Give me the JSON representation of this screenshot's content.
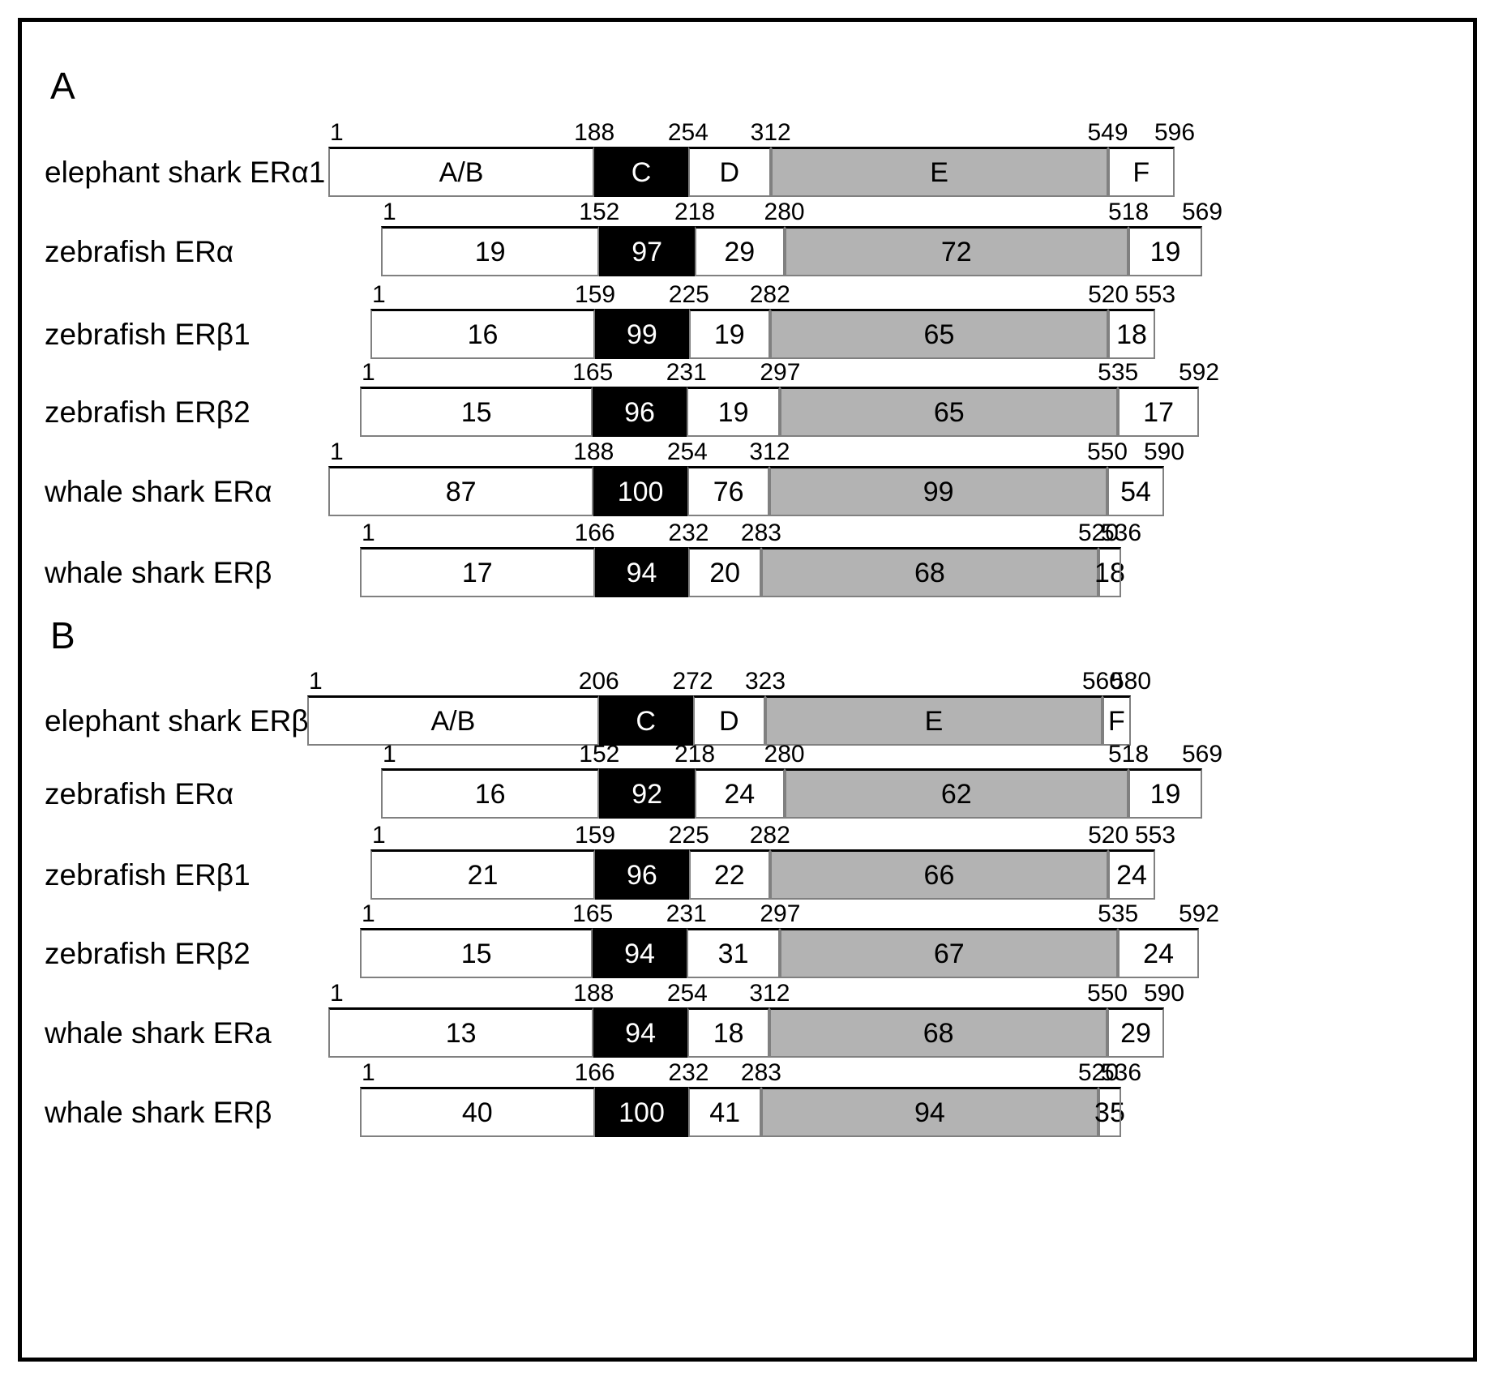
{
  "figure": {
    "panels": [
      {
        "letter": "A",
        "rows": [
          {
            "label": "elephant shark ERα1",
            "ticks": [
              "1",
              "188",
              "254",
              "312",
              "549",
              "596"
            ],
            "segments": [
              {
                "label": "A/B",
                "fill": "white"
              },
              {
                "label": "C",
                "fill": "black"
              },
              {
                "label": "D",
                "fill": "white"
              },
              {
                "label": "E",
                "fill": "gray"
              },
              {
                "label": "F",
                "fill": "white"
              }
            ]
          },
          {
            "label": "zebrafish ERα",
            "ticks": [
              "1",
              "152",
              "218",
              "280",
              "518",
              "569"
            ],
            "segments": [
              {
                "label": "19",
                "fill": "white"
              },
              {
                "label": "97",
                "fill": "black"
              },
              {
                "label": "29",
                "fill": "white"
              },
              {
                "label": "72",
                "fill": "gray"
              },
              {
                "label": "19",
                "fill": "white"
              }
            ]
          },
          {
            "label": "zebrafish ERβ1",
            "ticks": [
              "1",
              "159",
              "225",
              "282",
              "520",
              "553"
            ],
            "segments": [
              {
                "label": "16",
                "fill": "white"
              },
              {
                "label": "99",
                "fill": "black"
              },
              {
                "label": "19",
                "fill": "white"
              },
              {
                "label": "65",
                "fill": "gray"
              },
              {
                "label": "18",
                "fill": "white"
              }
            ]
          },
          {
            "label": "zebrafish ERβ2",
            "ticks": [
              "1",
              "165",
              "231",
              "297",
              "535",
              "592"
            ],
            "segments": [
              {
                "label": "15",
                "fill": "white"
              },
              {
                "label": "96",
                "fill": "black"
              },
              {
                "label": "19",
                "fill": "white"
              },
              {
                "label": "65",
                "fill": "gray"
              },
              {
                "label": "17",
                "fill": "white"
              }
            ]
          },
          {
            "label": "whale shark ERα",
            "ticks": [
              "1",
              "188",
              "254",
              "312",
              "550",
              "590"
            ],
            "segments": [
              {
                "label": "87",
                "fill": "white"
              },
              {
                "label": "100",
                "fill": "black"
              },
              {
                "label": "76",
                "fill": "white"
              },
              {
                "label": "99",
                "fill": "gray"
              },
              {
                "label": "54",
                "fill": "white"
              }
            ]
          },
          {
            "label": "whale shark ERβ",
            "ticks": [
              "1",
              "166",
              "232",
              "283",
              "520",
              "536"
            ],
            "segments": [
              {
                "label": "17",
                "fill": "white"
              },
              {
                "label": "94",
                "fill": "black"
              },
              {
                "label": "20",
                "fill": "white"
              },
              {
                "label": "68",
                "fill": "gray"
              },
              {
                "label": "18",
                "fill": "white"
              }
            ]
          }
        ]
      },
      {
        "letter": "B",
        "rows": [
          {
            "label": "elephant shark ERβ",
            "ticks": [
              "1",
              "206",
              "272",
              "323",
              "560",
              "580"
            ],
            "segments": [
              {
                "label": "A/B",
                "fill": "white"
              },
              {
                "label": "C",
                "fill": "black"
              },
              {
                "label": "D",
                "fill": "white"
              },
              {
                "label": "E",
                "fill": "gray"
              },
              {
                "label": "F",
                "fill": "white"
              }
            ]
          },
          {
            "label": "zebrafish ERα",
            "ticks": [
              "1",
              "152",
              "218",
              "280",
              "518",
              "569"
            ],
            "segments": [
              {
                "label": "16",
                "fill": "white"
              },
              {
                "label": "92",
                "fill": "black"
              },
              {
                "label": "24",
                "fill": "white"
              },
              {
                "label": "62",
                "fill": "gray"
              },
              {
                "label": "19",
                "fill": "white"
              }
            ]
          },
          {
            "label": "zebrafish ERβ1",
            "ticks": [
              "1",
              "159",
              "225",
              "282",
              "520",
              "553"
            ],
            "segments": [
              {
                "label": "21",
                "fill": "white"
              },
              {
                "label": "96",
                "fill": "black"
              },
              {
                "label": "22",
                "fill": "white"
              },
              {
                "label": "66",
                "fill": "gray"
              },
              {
                "label": "24",
                "fill": "white"
              }
            ]
          },
          {
            "label": "zebrafish ERβ2",
            "ticks": [
              "1",
              "165",
              "231",
              "297",
              "535",
              "592"
            ],
            "segments": [
              {
                "label": "15",
                "fill": "white"
              },
              {
                "label": "94",
                "fill": "black"
              },
              {
                "label": "31",
                "fill": "white"
              },
              {
                "label": "67",
                "fill": "gray"
              },
              {
                "label": "24",
                "fill": "white"
              }
            ]
          },
          {
            "label": "whale shark ERa",
            "ticks": [
              "1",
              "188",
              "254",
              "312",
              "550",
              "590"
            ],
            "segments": [
              {
                "label": "13",
                "fill": "white"
              },
              {
                "label": "94",
                "fill": "black"
              },
              {
                "label": "18",
                "fill": "white"
              },
              {
                "label": "68",
                "fill": "gray"
              },
              {
                "label": "29",
                "fill": "white"
              }
            ]
          },
          {
            "label": "whale shark ERβ",
            "ticks": [
              "1",
              "166",
              "232",
              "283",
              "520",
              "536"
            ],
            "segments": [
              {
                "label": "40",
                "fill": "white"
              },
              {
                "label": "100",
                "fill": "black"
              },
              {
                "label": "41",
                "fill": "white"
              },
              {
                "label": "94",
                "fill": "gray"
              },
              {
                "label": "35",
                "fill": "white"
              }
            ]
          }
        ]
      }
    ]
  },
  "colors": {
    "domain_c": "#000000",
    "domain_e": "#b3b3b3",
    "domain_ab": "#ffffff",
    "border": "#000000"
  }
}
